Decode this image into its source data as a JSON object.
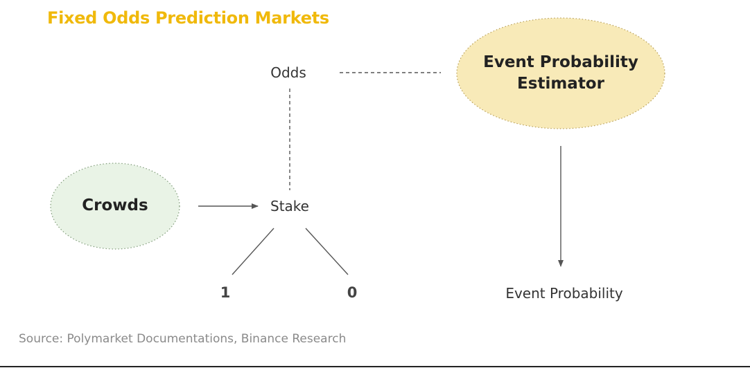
{
  "title": "Fixed Odds Prediction Markets",
  "nodes": {
    "crowds": "Crowds",
    "estimator_line1": "Event Probability",
    "estimator_line2": "Estimator"
  },
  "labels": {
    "odds": "Odds",
    "stake": "Stake",
    "outcome_yes": "1",
    "outcome_no": "0",
    "event_probability": "Event Probability"
  },
  "source": "Source: Polymarket Documentations, Binance Research",
  "colors": {
    "title": "#f0b90b",
    "estimator_fill": "#f8eab8",
    "crowds_fill": "#e9f3e6",
    "line": "#555555"
  }
}
